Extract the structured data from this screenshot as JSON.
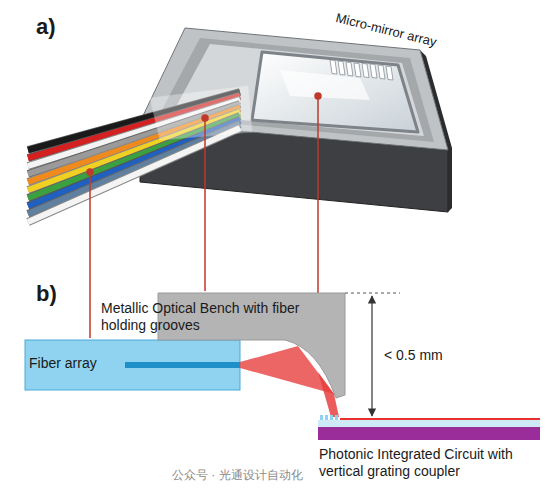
{
  "diagram": {
    "nodes": [
      {
        "text": [
          "Fiber array"
        ]
      },
      {
        "text": [
          "Metallic Optical Bench with fiber holding grooves"
        ]
      },
      {
        "text": [
          "Photonic Integrated Circuit with vertical grating coupler"
        ]
      }
    ],
    "labels": [
      "a)",
      "Micro-mirror array",
      "b)",
      "< 0.5 mm",
      "公众号 · 光通设计自动化"
    ]
  }
}
